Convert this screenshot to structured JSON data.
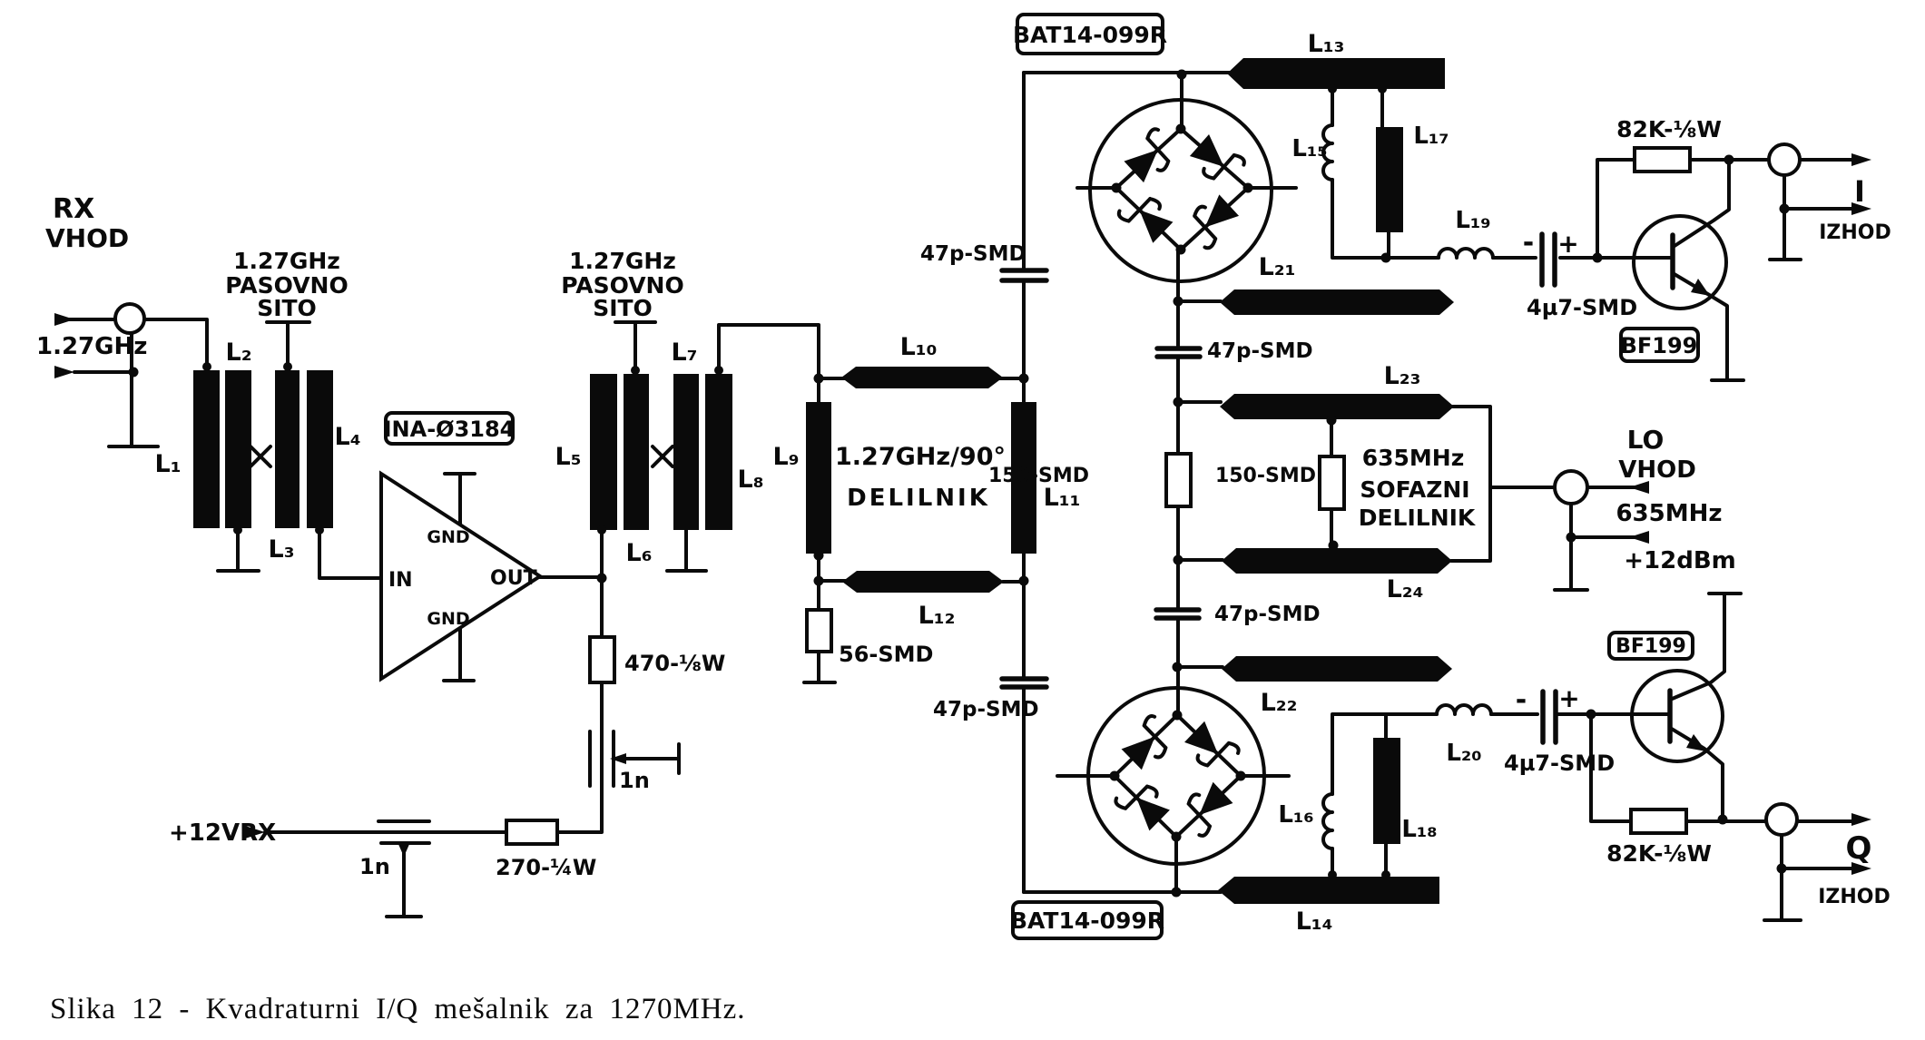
{
  "caption": "Slika 12 - Kvadraturni I/Q mešalnik za 1270MHz.",
  "rx_input": {
    "line1": "RX",
    "line2": "VHOD",
    "freq": "1.27GHz"
  },
  "lo_input": {
    "line1": "LO",
    "line2": "VHOD",
    "freq": "635MHz",
    "level": "+12dBm"
  },
  "i_output": {
    "name": "I",
    "label": "IZHOD"
  },
  "q_output": {
    "name": "Q",
    "label": "IZHOD"
  },
  "supply": {
    "label": "+12VRX"
  },
  "filter1": {
    "freq": "1.27GHz",
    "line2": "PASOVNO",
    "line3": "SITO"
  },
  "filter2": {
    "freq": "1.27GHz",
    "line2": "PASOVNO",
    "line3": "SITO"
  },
  "amplifier": {
    "part": "INA-Ø3184",
    "pin_in": "IN",
    "pin_out": "OUT",
    "pin_gnd_top": "GND",
    "pin_gnd_bottom": "GND"
  },
  "divider90": {
    "line1": "1.27GHz/90°",
    "line2": "DELILNIK"
  },
  "divider635": {
    "line1": "635MHz",
    "line2": "SOFAZNI",
    "line3": "DELILNIK"
  },
  "mixer_top": {
    "part": "BAT14-099R"
  },
  "mixer_bottom": {
    "part": "BAT14-099R"
  },
  "transistor_top": {
    "part": "BF199"
  },
  "transistor_bottom": {
    "part": "BF199"
  },
  "resistors": {
    "r470": "470-⅛W",
    "r270": "270-¼W",
    "r56": "56-SMD",
    "r150_a": "150-SMD",
    "r150_b": "150-SMD",
    "r82_top": "82K-⅛W",
    "r82_bottom": "82K-⅛W"
  },
  "capacitors": {
    "c47_rf_top": "47p-SMD",
    "c47_rf_bottom": "47p-SMD",
    "c47_lo_top": "47p-SMD",
    "c47_lo_bottom": "47p-SMD",
    "c4u7_top": "4µ7-SMD",
    "c4u7_bottom": "4µ7-SMD",
    "c1n_bias": "1n",
    "c1n_supply": "1n",
    "polarity_minus": "-",
    "polarity_plus": "+"
  },
  "inductors": {
    "l1": "L₁",
    "l2": "L₂",
    "l3": "L₃",
    "l4": "L₄",
    "l5": "L₅",
    "l6": "L₆",
    "l7": "L₇",
    "l8": "L₈",
    "l9": "L₉",
    "l10": "L₁₀",
    "l11": "L₁₁",
    "l12": "L₁₂",
    "l13": "L₁₃",
    "l14": "L₁₄",
    "l15": "L₁₅",
    "l16": "L₁₆",
    "l17": "L₁₇",
    "l18": "L₁₈",
    "l19": "L₁₉",
    "l20": "L₂₀",
    "l21": "L₂₁",
    "l22": "L₂₂",
    "l23": "L₂₃",
    "l24": "L₂₄"
  }
}
